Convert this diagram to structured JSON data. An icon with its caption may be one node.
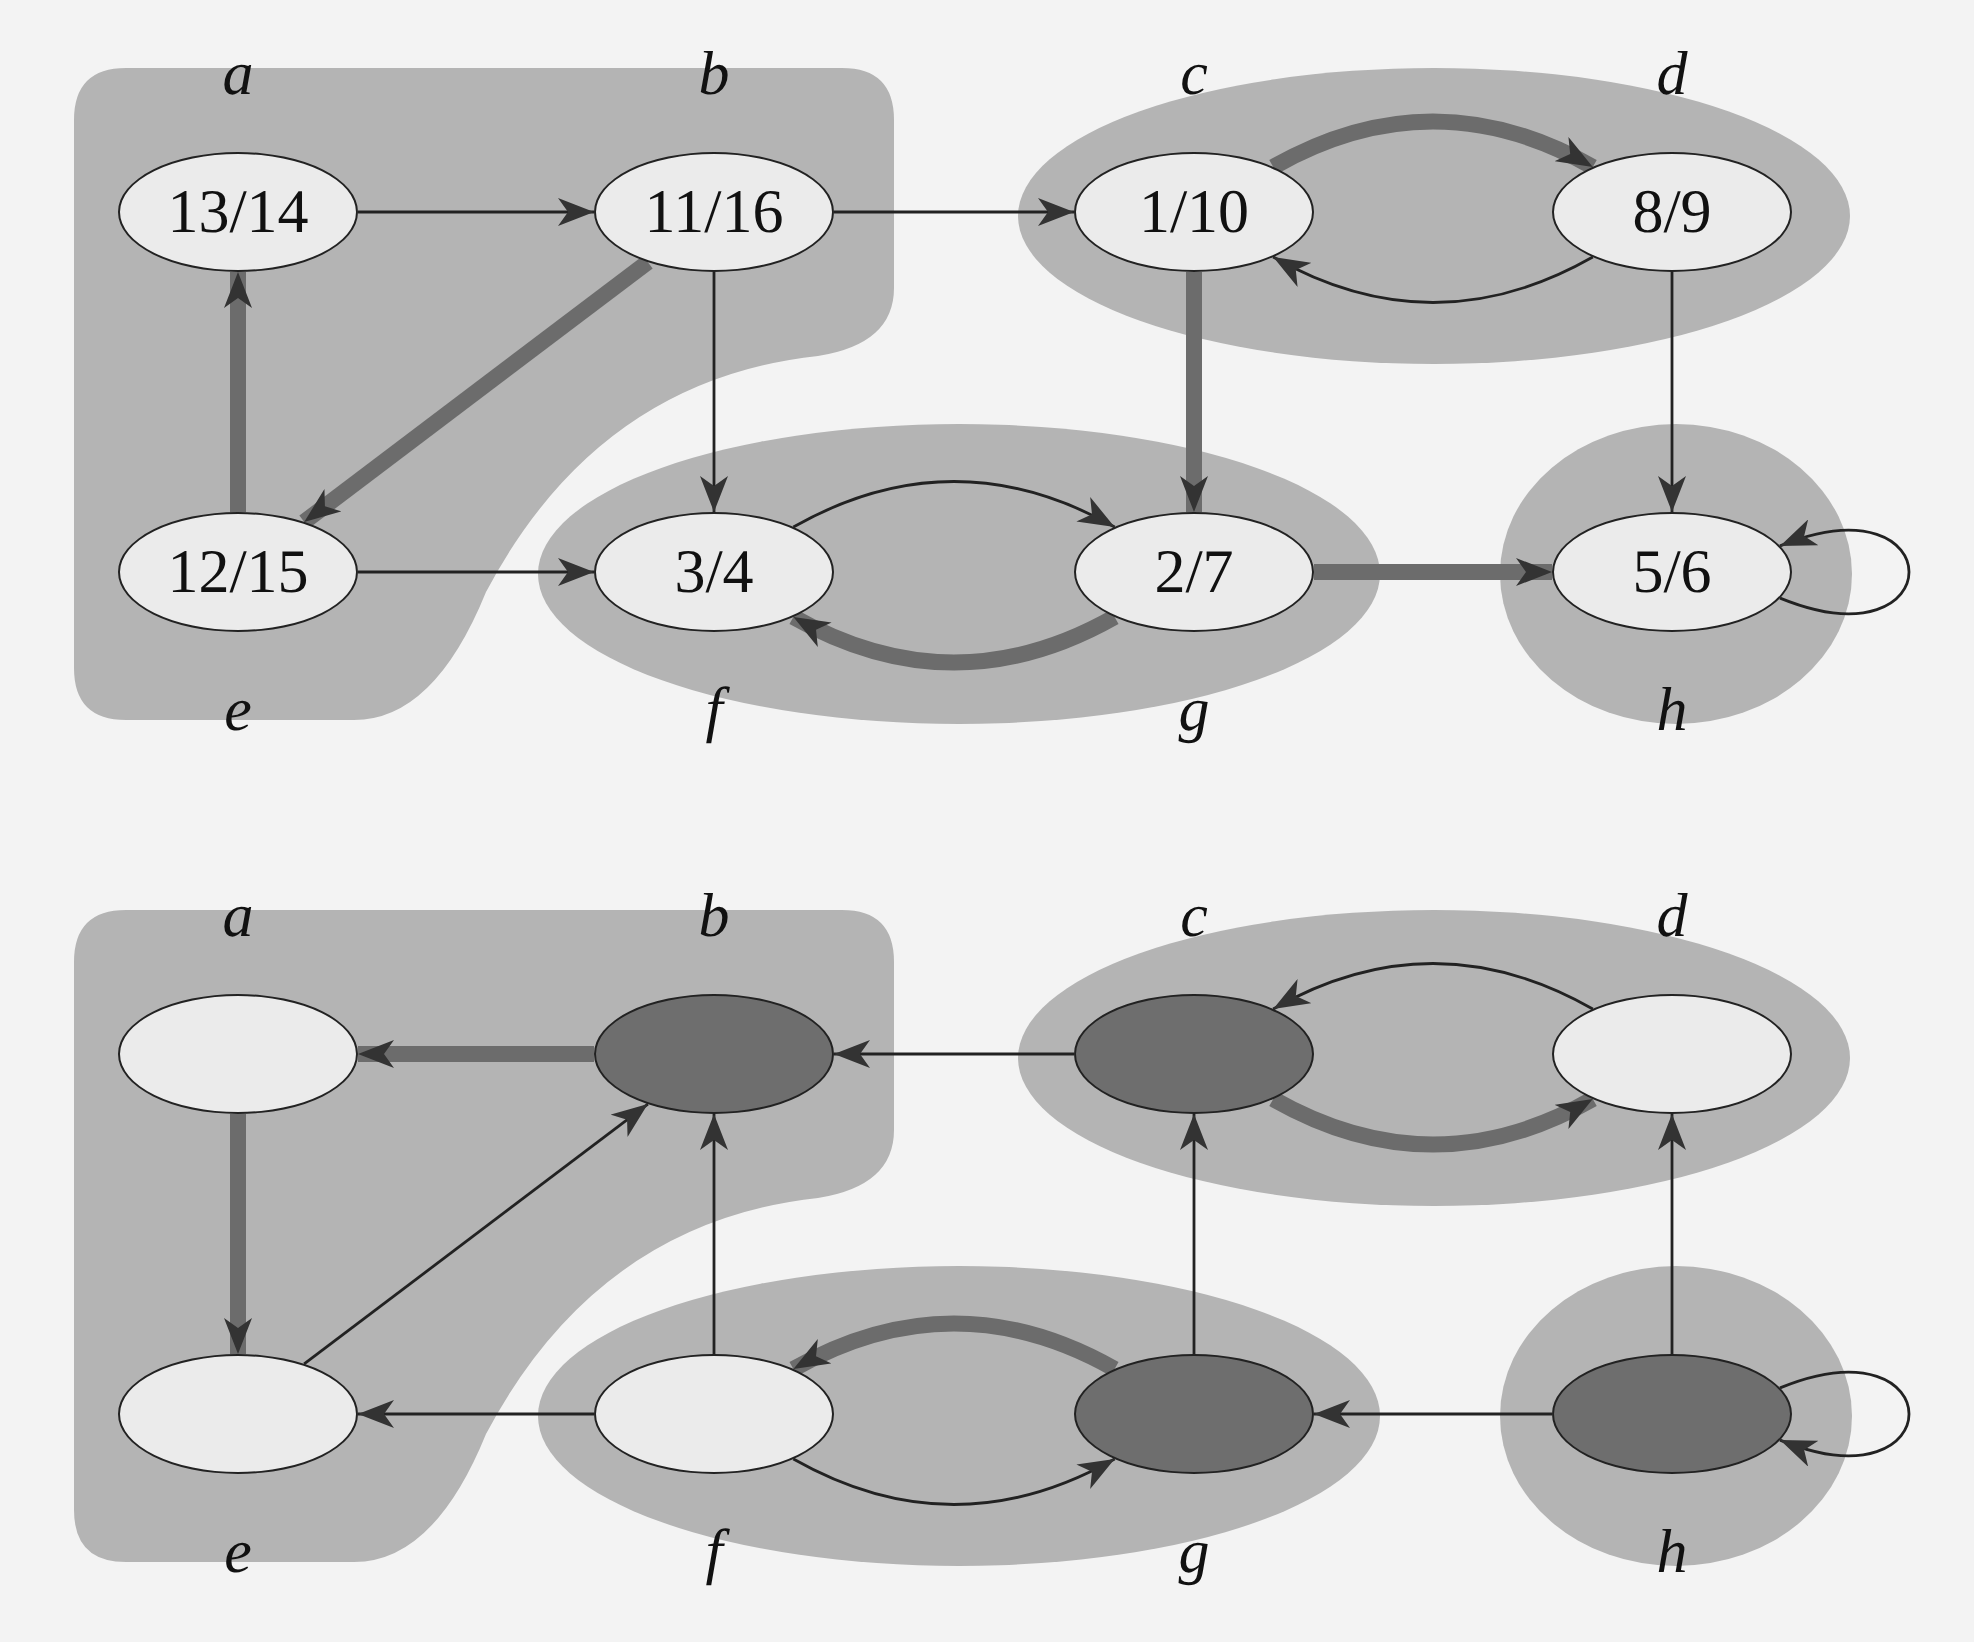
{
  "diagram": {
    "nodes": [
      {
        "text": [],
        "shape": "blob"
      },
      {
        "text": [
          "13/14"
        ],
        "in": 0,
        "beside": [
          "a"
        ]
      },
      {
        "text": [
          "11/16"
        ],
        "in": 0,
        "beside": [
          "b"
        ]
      },
      {
        "text": [],
        "shape": "blob"
      },
      {
        "text": [
          "1/10"
        ],
        "in": 3,
        "beside": [
          "c"
        ]
      },
      {
        "text": [
          "8/9"
        ],
        "in": 3,
        "beside": [
          "d"
        ]
      },
      {
        "text": [
          "12/15"
        ],
        "in": 0,
        "beside": [
          "e"
        ]
      },
      {
        "text": [],
        "shape": "blob"
      },
      {
        "text": [
          "3/4"
        ],
        "in": 7,
        "beside": [
          "f"
        ]
      },
      {
        "text": [
          "2/7"
        ],
        "in": 7,
        "beside": [
          "g"
        ]
      },
      {
        "text": [],
        "shape": "blob"
      },
      {
        "text": [
          "5/6"
        ],
        "in": 10,
        "beside": [
          "h"
        ]
      },
      {
        "text": [],
        "shape": "blob"
      },
      {
        "text": [],
        "shape": "ellipse",
        "in": 12,
        "beside": [
          "a"
        ]
      },
      {
        "text": [],
        "shape": "ellipse",
        "in": 12,
        "beside": [
          "b"
        ]
      },
      {
        "text": [],
        "shape": "blob"
      },
      {
        "text": [],
        "shape": "ellipse",
        "in": 15,
        "beside": [
          "c"
        ]
      },
      {
        "text": [],
        "shape": "ellipse",
        "in": 15,
        "beside": [
          "d"
        ]
      },
      {
        "text": [],
        "shape": "ellipse",
        "in": 12,
        "beside": [
          "e"
        ]
      },
      {
        "text": [],
        "shape": "blob"
      },
      {
        "text": [],
        "shape": "ellipse",
        "in": 19,
        "beside": [
          "f"
        ]
      },
      {
        "text": [],
        "shape": "ellipse",
        "in": 19,
        "beside": [
          "g"
        ]
      },
      {
        "text": [],
        "shape": "blob"
      },
      {
        "text": [],
        "shape": "ellipse",
        "in": 22,
        "beside": [
          "h"
        ]
      }
    ],
    "edges": [
      {
        "from": 1,
        "to": 2,
        "arrow": "to"
      },
      {
        "from": 2,
        "to": 4,
        "arrow": "to"
      },
      {
        "from": 2,
        "to": 8,
        "arrow": "to"
      },
      {
        "from": 2,
        "to": 6,
        "arrow": "to",
        "style": "thick"
      },
      {
        "from": 6,
        "to": 1,
        "arrow": "to",
        "style": "thick"
      },
      {
        "from": 6,
        "to": 8,
        "arrow": "to"
      },
      {
        "from": 4,
        "to": 5,
        "arrow": "to",
        "style": "thick"
      },
      {
        "from": 5,
        "to": 4,
        "arrow": "to"
      },
      {
        "from": 4,
        "to": 9,
        "arrow": "to",
        "style": "thick"
      },
      {
        "from": 5,
        "to": 11,
        "arrow": "to"
      },
      {
        "from": 8,
        "to": 9,
        "arrow": "to"
      },
      {
        "from": 9,
        "to": 8,
        "arrow": "to",
        "style": "thick"
      },
      {
        "from": 9,
        "to": 11,
        "arrow": "to",
        "style": "thick"
      },
      {
        "from": 11,
        "to": 11,
        "arrow": "to"
      },
      {
        "from": 14,
        "to": 13,
        "arrow": "to",
        "style": "thick"
      },
      {
        "from": 13,
        "to": 18,
        "arrow": "to",
        "style": "thick"
      },
      {
        "from": 18,
        "to": 14,
        "arrow": "to"
      },
      {
        "from": 16,
        "to": 14,
        "arrow": "to"
      },
      {
        "from": 20,
        "to": 14,
        "arrow": "to"
      },
      {
        "from": 20,
        "to": 18,
        "arrow": "to"
      },
      {
        "from": 17,
        "to": 16,
        "arrow": "to"
      },
      {
        "from": 16,
        "to": 17,
        "arrow": "to",
        "style": "thick"
      },
      {
        "from": 21,
        "to": 16,
        "arrow": "to"
      },
      {
        "from": 23,
        "to": 17,
        "arrow": "to"
      },
      {
        "from": 21,
        "to": 20,
        "arrow": "to",
        "style": "thick"
      },
      {
        "from": 20,
        "to": 21,
        "arrow": "to"
      },
      {
        "from": 23,
        "to": 21,
        "arrow": "to"
      },
      {
        "from": 23,
        "to": 23,
        "arrow": "to"
      }
    ]
  }
}
